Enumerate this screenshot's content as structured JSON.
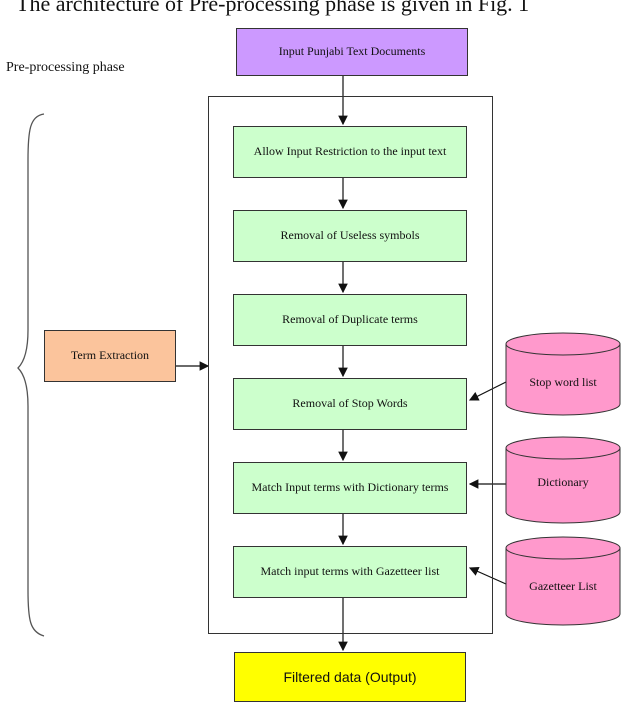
{
  "caption": "The architecture of Pre-processing phase is given in Fig. 1",
  "phase_label": "Pre-processing phase",
  "input_node": "Input Punjabi Text Documents",
  "steps": [
    "Allow  Input Restriction to the input text",
    "Removal of Useless  symbols",
    "Removal of Duplicate terms",
    "Removal of Stop Words",
    "Match Input terms with Dictionary terms",
    "Match input terms with Gazetteer list"
  ],
  "side_node": "Term Extraction",
  "resources": [
    "Stop word list",
    "Dictionary",
    "Gazetteer List"
  ],
  "output_node": "Filtered data (Output)",
  "colors": {
    "step": "#ccffcc",
    "input": "#cc99ff",
    "side": "#fbc49c",
    "resource": "#ff99cc",
    "output": "#ffff00"
  }
}
